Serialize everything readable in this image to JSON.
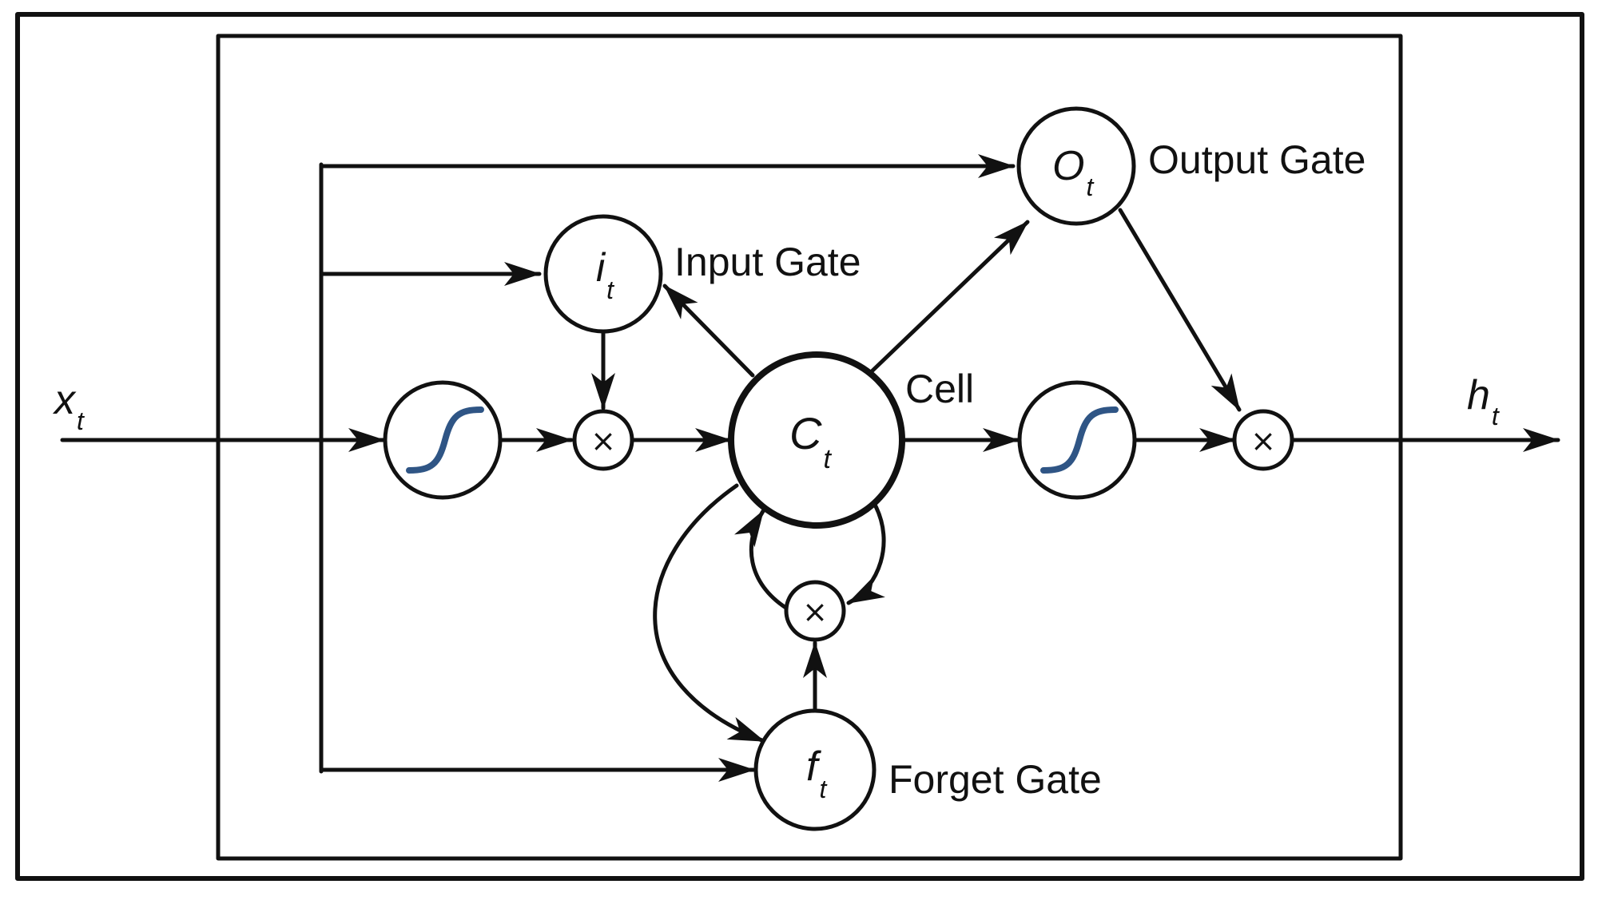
{
  "inputs": {
    "x": {
      "base": "x",
      "sub": "t"
    },
    "h": {
      "base": "h",
      "sub": "t"
    }
  },
  "gates": {
    "input": {
      "base": "i",
      "sub": "t",
      "label": "Input Gate"
    },
    "output": {
      "base": "O",
      "sub": "t",
      "label": "Output Gate"
    },
    "forget": {
      "base": "f",
      "sub": "t",
      "label": "Forget Gate"
    },
    "cell": {
      "base": "C",
      "sub": "t",
      "label": "Cell"
    }
  },
  "operators": {
    "multiply": "×"
  },
  "colors": {
    "line": "#111111",
    "sigmoid_curve": "#2f5585",
    "background": "#ffffff"
  },
  "icons": {
    "activation": "sigmoid-curve-icon"
  }
}
